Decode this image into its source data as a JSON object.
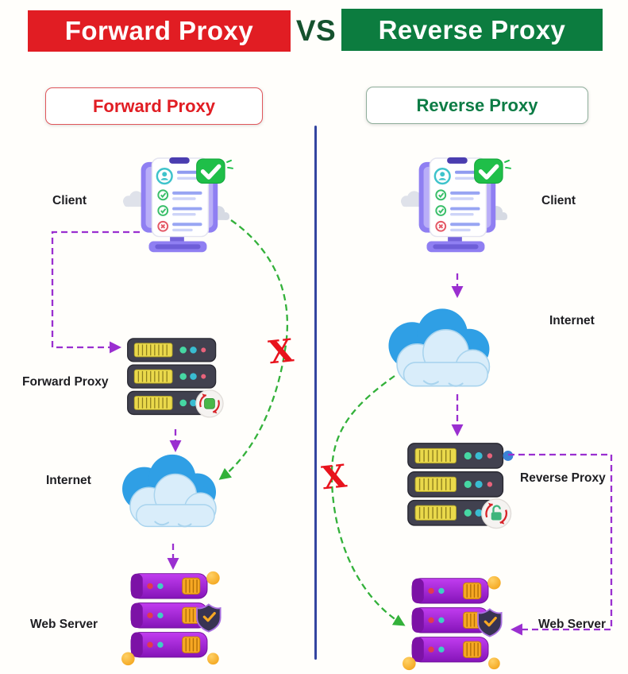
{
  "header": {
    "left_title": "Forward Proxy",
    "vs": "VS",
    "right_title": "Reverse Proxy"
  },
  "left_panel": {
    "title": "Forward Proxy",
    "client_label": "Client",
    "proxy_label": "Forward Proxy",
    "internet_label": "Internet",
    "web_server_label": "Web Server"
  },
  "right_panel": {
    "title": "Reverse Proxy",
    "client_label": "Client",
    "internet_label": "Internet",
    "proxy_label": "Reverse Proxy",
    "web_server_label": "Web Server"
  },
  "marks": {
    "blocked_x": "X"
  },
  "colors": {
    "banner_red": "#e11d23",
    "banner_green": "#0c7c3f",
    "vs_text": "#15522e",
    "title_red": "#e11d23",
    "title_green": "#0c7c45",
    "divider_blue": "#3345a0",
    "purple_arrow": "#9a2fd0",
    "green_arrow": "#33b13a",
    "x_red": "#e8131d"
  }
}
